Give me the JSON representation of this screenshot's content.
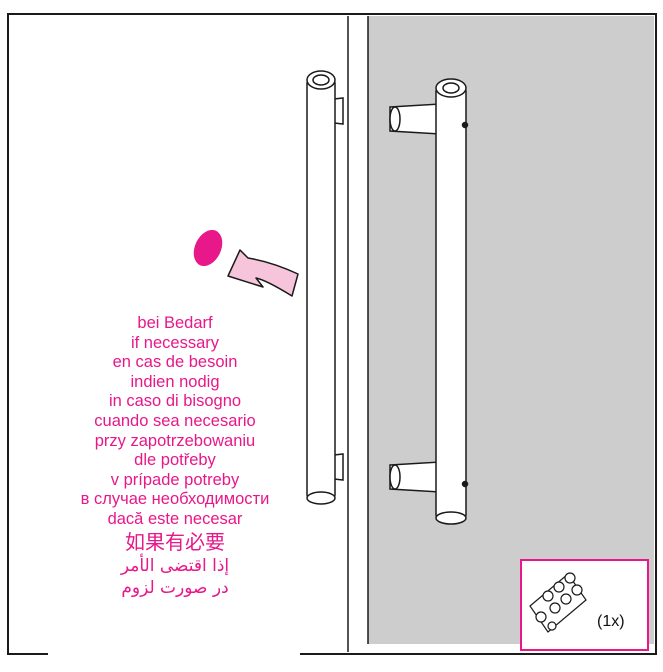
{
  "caption_lines": [
    "bei Bedarf",
    "if necessary",
    "en cas de besoin",
    "indien nodig",
    "in caso di bisogno",
    "cuando sea necesario",
    "przy zapotrzebowaniu",
    "dle potřeby",
    "v prípade potreby",
    "в случае необходимости",
    "dacă este necesar",
    "如果有必要",
    "إذا اقتضى الأمر",
    "در صورت لزوم"
  ],
  "parts_box": {
    "quantity_label": "(1x)"
  },
  "colors": {
    "accent_magenta": "#e8178a",
    "door_grey": "#cdcdcd",
    "arrow_pink": "#f6c4db",
    "line": "#1a1a1a"
  }
}
